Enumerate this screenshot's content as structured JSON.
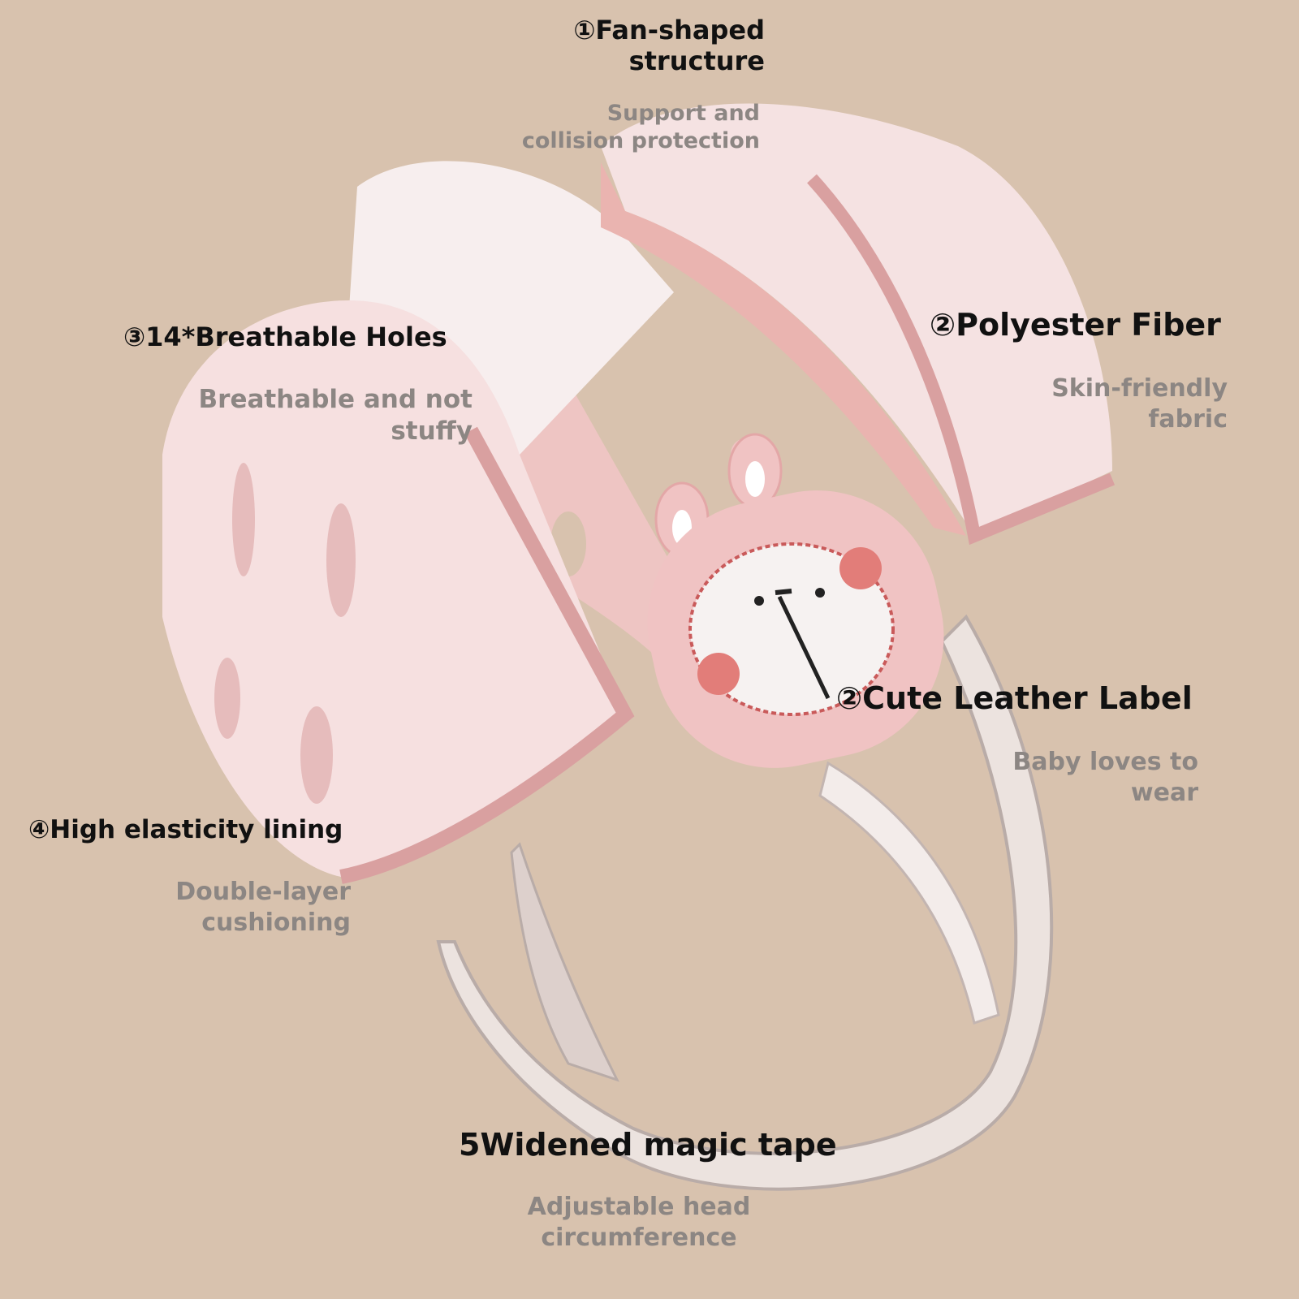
{
  "colors": {
    "background": "#d8c2ae",
    "shell_pink": "#f0cccb",
    "fabric_light": "#f6e6e6",
    "trim_pink": "#d9a0a0",
    "label_text": "#111111",
    "sub_text": "#8c8683"
  },
  "features": [
    {
      "title_line1": "①Fan-shaped",
      "title_line2": "structure",
      "sub_line1": "Support and",
      "sub_line2": "collision protection"
    },
    {
      "title": "②Polyester Fiber",
      "sub_line1": "Skin-friendly",
      "sub_line2": "fabric"
    },
    {
      "title": "③14*Breathable Holes",
      "sub_line1": "Breathable and not",
      "sub_line2": "stuffy"
    },
    {
      "title": "②Cute Leather Label",
      "sub_line1": "Baby loves to",
      "sub_line2": "wear"
    },
    {
      "title": "④High elasticity lining",
      "sub_line1": "Double-layer",
      "sub_line2": "cushioning"
    },
    {
      "title": "5Widened magic tape",
      "sub_line1": "Adjustable head",
      "sub_line2": "circumference"
    }
  ]
}
